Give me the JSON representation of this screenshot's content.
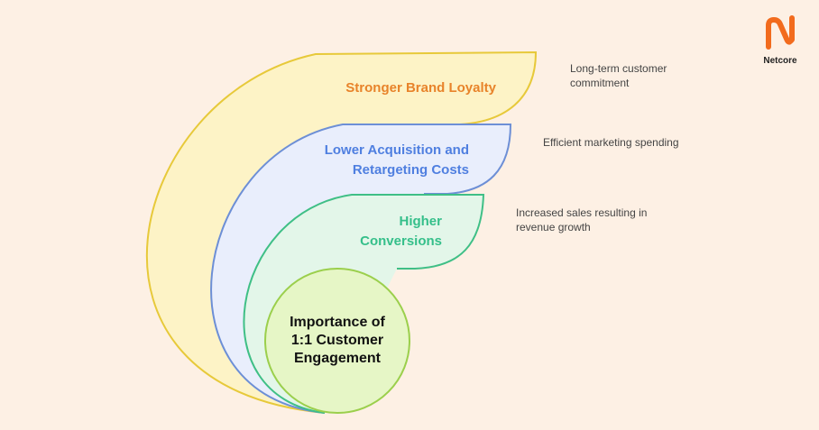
{
  "brand": {
    "name": "Netcore",
    "icon": "netcore-logo-icon",
    "color": "#f26b1d"
  },
  "layers": [
    {
      "title_line1": "Stronger Brand Loyalty",
      "title_line2": "",
      "description_line1": "Long-term customer",
      "description_line2": "commitment",
      "color": "#e8832a",
      "fill": "#fdf3c6",
      "stroke": "#e7c93a"
    },
    {
      "title_line1": "Lower Acquisition and",
      "title_line2": "Retargeting Costs",
      "description_line1": "Efficient marketing spending",
      "description_line2": "",
      "color": "#4f7fe0",
      "fill": "#e9eefc",
      "stroke": "#6d8fd6"
    },
    {
      "title_line1": "Higher",
      "title_line2": "Conversions",
      "description_line1": "Increased sales resulting in",
      "description_line2": "revenue growth",
      "color": "#35bf8a",
      "fill": "#e3f6e9",
      "stroke": "#3fbf86"
    }
  ],
  "core": {
    "line1": "Importance of",
    "line2": "1:1 Customer",
    "line3": "Engagement",
    "fill": "#e6f6c6",
    "stroke": "#9bcf4c"
  }
}
